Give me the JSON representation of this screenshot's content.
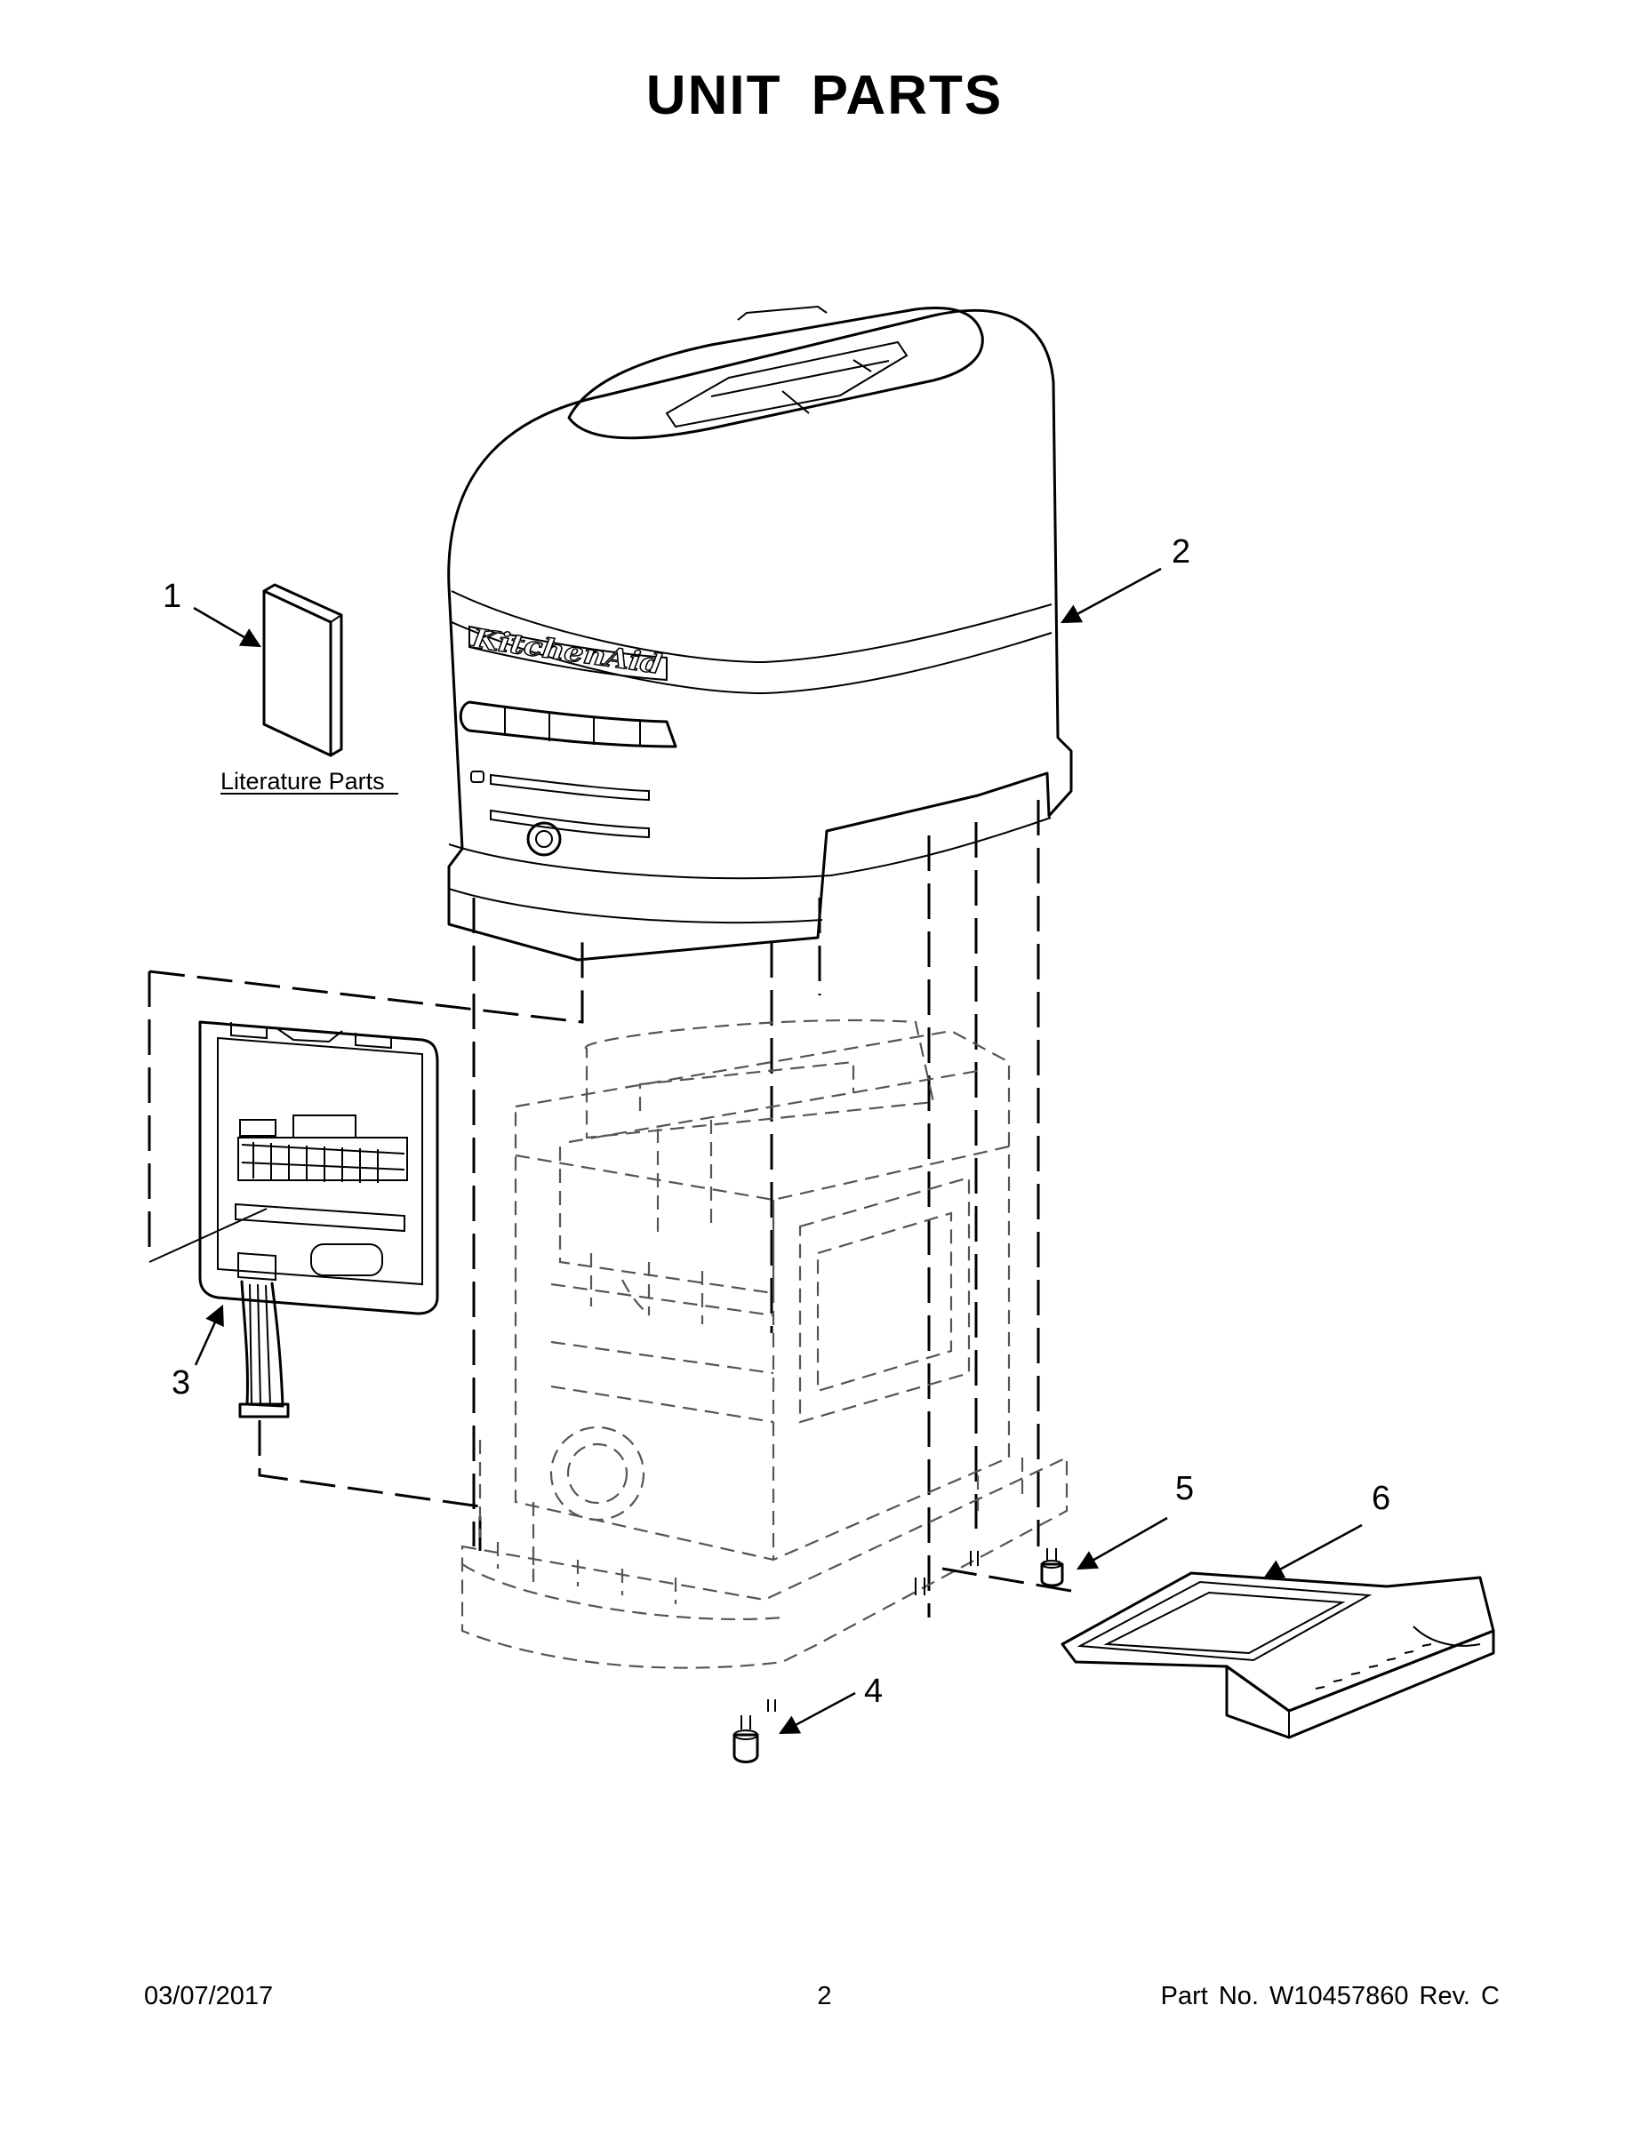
{
  "page": {
    "title": "UNIT PARTS",
    "date": "03/07/2017",
    "page_number": "2",
    "part_number": "Part No.  W10457860  Rev.  C"
  },
  "diagram": {
    "brand_logo_text": "KitchenAid",
    "literature_label": "Literature Parts",
    "callouts": [
      "1",
      "2",
      "3",
      "4",
      "5",
      "6"
    ]
  }
}
